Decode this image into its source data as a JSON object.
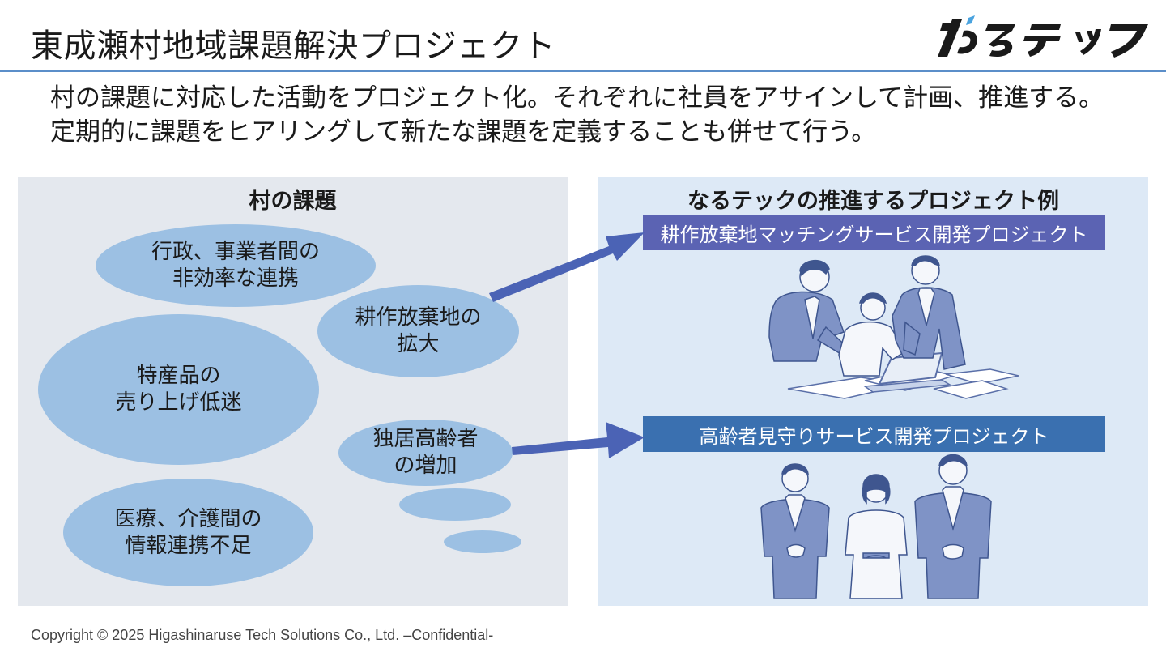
{
  "title": "東成瀬村地域課題解決プロジェクト",
  "logo_text": "なるテック",
  "lead": "村の課題に対応した活動をプロジェクト化。それぞれに社員をアサインして計画、推進する。定期的に課題をヒアリングして新たな課題を定義することも併せて行う。",
  "left_panel": {
    "title": "村の課題",
    "issues": [
      "行政、事業者間の\n非効率な連携",
      "耕作放棄地の\n拡大",
      "特産品の\n売り上げ低迷",
      "独居高齢者\nの増加",
      "医療、介護間の\n情報連携不足"
    ]
  },
  "right_panel": {
    "title": "なるテックの推進するプロジェクト例",
    "projects": [
      "耕作放棄地マッチングサービス開発プロジェクト",
      "高齢者見守りサービス開発プロジェクト"
    ]
  },
  "footer": "Copyright © 2025 Higashinaruse Tech Solutions Co., Ltd. –Confidential-",
  "colors": {
    "accent_rule": "#5b8ec9",
    "ellipse": "#9cc0e3",
    "arrow": "#4b63b5",
    "project_box_1": "#5b63b3",
    "project_box_2": "#3a70b0",
    "people": "#6a82b8"
  }
}
